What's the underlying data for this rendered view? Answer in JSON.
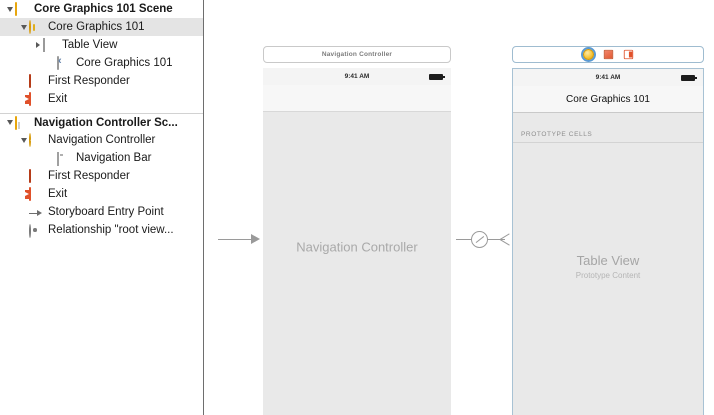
{
  "outline": {
    "rows": [
      {
        "id": "core-graphics-101-scene",
        "label": "Core Graphics 101 Scene",
        "indent": 0,
        "triangle": "open",
        "icon": "scene-icon",
        "selected": false,
        "separator": false
      },
      {
        "id": "core-graphics-101-vc",
        "label": "Core Graphics 101",
        "indent": 1,
        "triangle": "open",
        "icon": "view-controller-icon",
        "selected": true,
        "separator": false
      },
      {
        "id": "table-view",
        "label": "Table View",
        "indent": 2,
        "triangle": "closed",
        "icon": "table-view-icon",
        "selected": false,
        "separator": false
      },
      {
        "id": "core-graphics-101-navitem",
        "label": "Core Graphics 101",
        "indent": 3,
        "triangle": "none",
        "icon": "back-chevron-icon",
        "selected": false,
        "separator": false
      },
      {
        "id": "first-responder-1",
        "label": "First Responder",
        "indent": 1,
        "triangle": "none",
        "icon": "first-responder-icon",
        "selected": false,
        "separator": false
      },
      {
        "id": "exit-1",
        "label": "Exit",
        "indent": 1,
        "triangle": "none",
        "icon": "exit-icon",
        "selected": false,
        "separator": false
      },
      {
        "id": "navigation-controller-scene",
        "label": "Navigation Controller Sc...",
        "indent": 0,
        "triangle": "open",
        "icon": "scene-nav-icon",
        "selected": false,
        "separator": true
      },
      {
        "id": "navigation-controller",
        "label": "Navigation Controller",
        "indent": 1,
        "triangle": "open",
        "icon": "navigation-controller-icon",
        "selected": false,
        "separator": false
      },
      {
        "id": "navigation-bar",
        "label": "Navigation Bar",
        "indent": 3,
        "triangle": "none",
        "icon": "navigation-bar-icon",
        "selected": false,
        "separator": false
      },
      {
        "id": "first-responder-2",
        "label": "First Responder",
        "indent": 1,
        "triangle": "none",
        "icon": "first-responder-icon",
        "selected": false,
        "separator": false
      },
      {
        "id": "exit-2",
        "label": "Exit",
        "indent": 1,
        "triangle": "none",
        "icon": "exit-icon",
        "selected": false,
        "separator": false
      },
      {
        "id": "storyboard-entry-point",
        "label": "Storyboard Entry Point",
        "indent": 1,
        "triangle": "none",
        "icon": "entry-point-arrow-icon",
        "selected": false,
        "separator": false
      },
      {
        "id": "relationship-root-view",
        "label": "Relationship \"root view...",
        "indent": 1,
        "triangle": "none",
        "icon": "relationship-icon",
        "selected": false,
        "separator": false
      }
    ]
  },
  "canvas": {
    "nav_scene": {
      "dock_label": "Navigation Controller",
      "status_time": "9:41 AM",
      "body_label": "Navigation Controller"
    },
    "table_scene": {
      "dock_icons": [
        "view-controller-icon",
        "first-responder-icon",
        "exit-icon"
      ],
      "status_time": "9:41 AM",
      "navbar_title": "Core Graphics 101",
      "prototype_header": "PROTOTYPE CELLS",
      "cell_title": "Table View",
      "cell_subtitle": "Prototype Content"
    },
    "connections": {
      "entry_point": "storyboard-entry-point-arrow",
      "relationship": "relationship-root-view-controller-segue"
    }
  },
  "colors": {
    "selection_row": "#e4e4e4",
    "scene_body": "#e9e9e9",
    "selection_border": "#a8c2d4",
    "accent_yellow": "#f6c53c",
    "accent_orange": "#e0512a"
  }
}
